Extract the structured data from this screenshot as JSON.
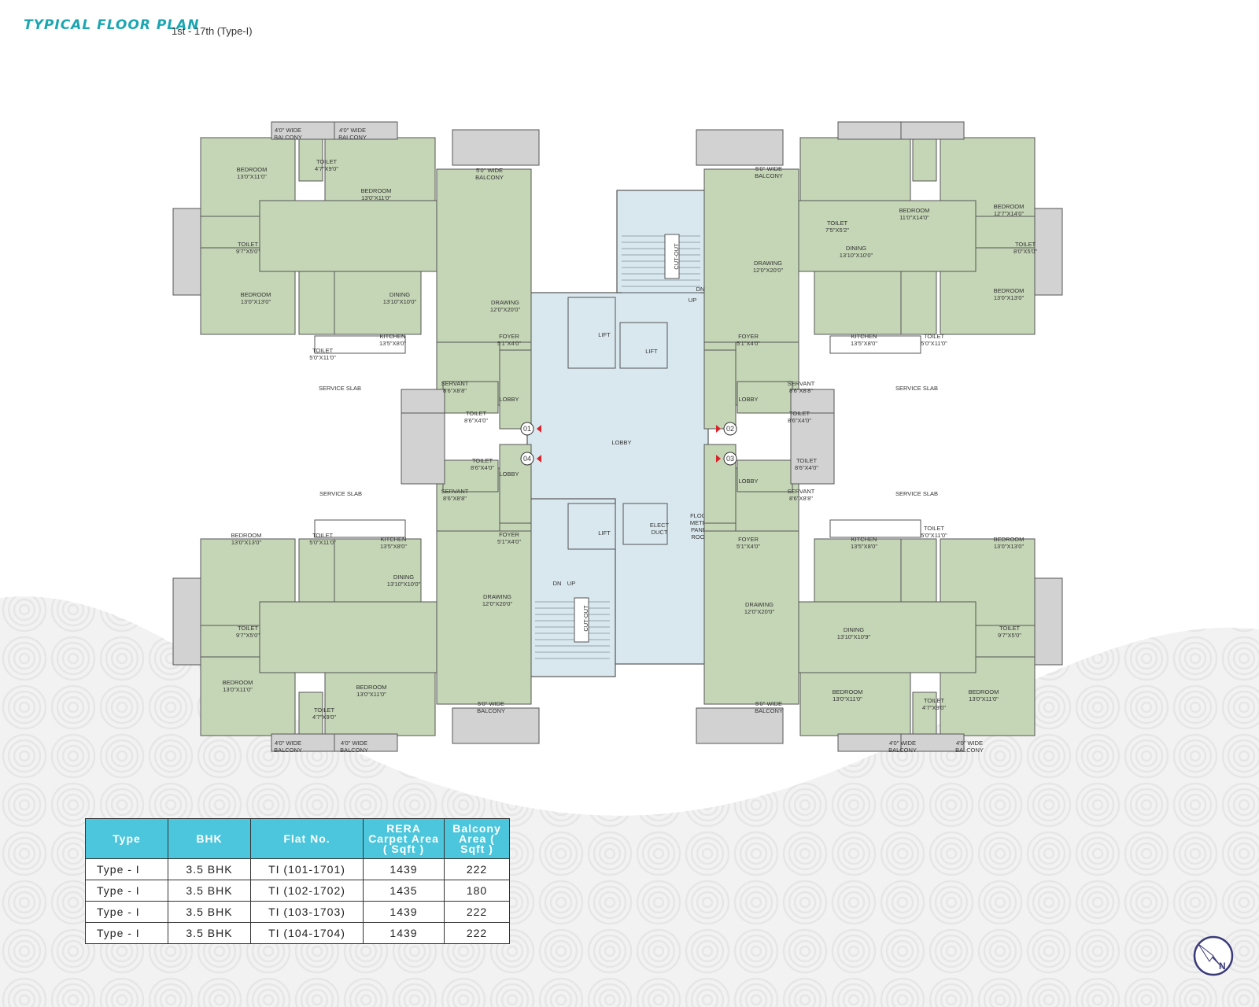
{
  "header": {
    "title": "TYPICAL FLOOR PLAN",
    "subtitle": "1st - 17th (Type-I)"
  },
  "units": [
    "01",
    "02",
    "03",
    "04"
  ],
  "core": {
    "lobby": "LOBBY",
    "lift": "LIFT",
    "cutout": "CUT-OUT",
    "dn": "DN",
    "up": "UP",
    "elect_duct": [
      "ELECT",
      "DUCT"
    ],
    "meter_room": [
      "FLOOR",
      "METER",
      "PANEL",
      "ROOM"
    ]
  },
  "rooms": {
    "bedroom": "BEDROOM",
    "toilet": "TOILET",
    "dining": "DINING",
    "drawing": "DRAWING",
    "kitchen": "KITCHEN",
    "foyer": "FOYER",
    "servant": "SERVANT",
    "lobby": "LOBBY",
    "service_slab": "SERVICE SLAB",
    "balcony_4": [
      "4'0\" WIDE",
      "BALCONY"
    ],
    "balcony_5": [
      "5'0\" WIDE",
      "BALCONY"
    ]
  },
  "dims": {
    "bed_13x11": "13'0\"X11'0\"",
    "bed_13x13": "13'0\"X13'0\"",
    "bed_11x14": "11'0\"X14'0\"",
    "bed_12x14": "12'7\"X14'0\"",
    "toilet_47x9": "4'7\"X9'0\"",
    "toilet_97x5": "9'7\"X5'0\"",
    "toilet_5x11": "5'0\"X11'0\"",
    "toilet_75x52": "7'5\"X5'2\"",
    "toilet_8x5": "8'0\"X5'0\"",
    "toilet_86x4": "8'6\"X4'0\"",
    "dining_1310x10": "13'10\"X10'0\"",
    "dining_1310x109": "13'10\"X10'9\"",
    "drawing_12x20": "12'0\"X20'0\"",
    "kitchen": "13'5\"X8'0\"",
    "foyer": "5'1\"X4'0\"",
    "servant": "8'6\"X8'8\""
  },
  "table": {
    "headers": [
      "Type",
      "BHK",
      "Flat No.",
      "RERA Carpet Area ( Sqft )",
      "Balcony Area ( Sqft )"
    ],
    "rows": [
      [
        "Type - I",
        "3.5 BHK",
        "TI (101-1701)",
        "1439",
        "222"
      ],
      [
        "Type - I",
        "3.5 BHK",
        "TI (102-1702)",
        "1435",
        "180"
      ],
      [
        "Type - I",
        "3.5 BHK",
        "TI (103-1703)",
        "1439",
        "222"
      ],
      [
        "Type - I",
        "3.5 BHK",
        "TI (104-1704)",
        "1439",
        "222"
      ]
    ]
  },
  "compass": {
    "label": "N"
  },
  "colors": {
    "room_fill": "#c5d6b6",
    "core_fill": "#d9e8ee",
    "balcony_fill": "#d2d2d2",
    "accent": "#4cc6dc",
    "title": "#1aa6b2"
  }
}
